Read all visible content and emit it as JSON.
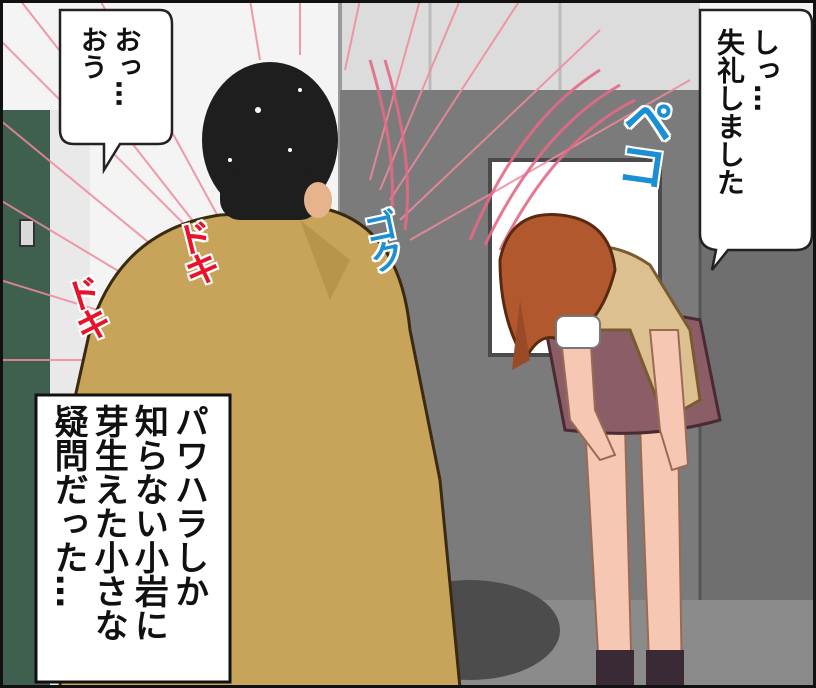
{
  "bubbles": {
    "right": "しっ…\n失礼しました",
    "left": "おっ…\nおう"
  },
  "caption": "パワハラしか\n知らない小岩に\n芽生えた小さな\n疑問だった…",
  "sfx": {
    "doki_1": "ドキ",
    "doki_2": "ドキ",
    "goku": "ゴク",
    "peko": "ペコ"
  }
}
